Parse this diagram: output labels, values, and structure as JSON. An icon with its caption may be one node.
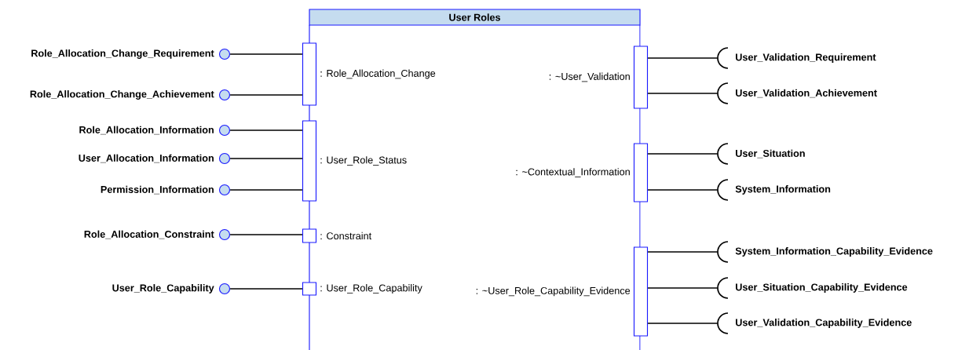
{
  "diagram": {
    "nodes": [
      {
        "text": [
          "User Roles"
        ]
      },
      {
        "text": [],
        "shape": "box",
        "beside": [
          ": Role_Allocation_Change"
        ]
      },
      {
        "text": [],
        "shape": "box",
        "beside": [
          ": User_Role_Status"
        ]
      },
      {
        "text": [],
        "shape": "box",
        "beside": [
          ": Constraint"
        ]
      },
      {
        "text": [],
        "shape": "box",
        "beside": [
          ": User_Role_Capability"
        ]
      },
      {
        "text": [],
        "shape": "box",
        "beside": [
          ": ~User_Validation"
        ]
      },
      {
        "text": [],
        "shape": "box",
        "beside": [
          ": ~Contextual_Information"
        ]
      },
      {
        "text": [],
        "shape": "box",
        "beside": [
          ": ~User_Role_Capability_Evidence"
        ]
      },
      {
        "text": [],
        "shape": "circle",
        "beside": [
          "Role_Allocation_Change_Requirement"
        ]
      },
      {
        "text": [],
        "shape": "circle",
        "beside": [
          "Role_Allocation_Change_Achievement"
        ]
      },
      {
        "text": [],
        "shape": "circle",
        "beside": [
          "Role_Allocation_Information"
        ]
      },
      {
        "text": [],
        "shape": "circle",
        "beside": [
          "User_Allocation_Information"
        ]
      },
      {
        "text": [],
        "shape": "circle",
        "beside": [
          "Permission_Information"
        ]
      },
      {
        "text": [],
        "shape": "circle",
        "beside": [
          "Role_Allocation_Constraint"
        ]
      },
      {
        "text": [],
        "shape": "circle",
        "beside": [
          "User_Role_Capability"
        ]
      },
      {
        "text": [],
        "shape": "arc",
        "beside": [
          "User_Validation_Requirement"
        ]
      },
      {
        "text": [],
        "shape": "arc",
        "beside": [
          "User_Validation_Achievement"
        ]
      },
      {
        "text": [],
        "shape": "arc",
        "beside": [
          "User_Situation"
        ]
      },
      {
        "text": [],
        "shape": "arc",
        "beside": [
          "System_Information"
        ]
      },
      {
        "text": [],
        "shape": "arc",
        "beside": [
          "System_Information_Capability_Evidence"
        ]
      },
      {
        "text": [],
        "shape": "arc",
        "beside": [
          "User_Situation_Capability_Evidence"
        ]
      },
      {
        "text": [],
        "shape": "arc",
        "beside": [
          "User_Validation_Capability_Evidence"
        ]
      }
    ],
    "edges": [
      {
        "from": 1,
        "to": 8,
        "arrow": "none"
      },
      {
        "from": 1,
        "to": 9,
        "arrow": "none"
      },
      {
        "from": 2,
        "to": 10,
        "arrow": "none"
      },
      {
        "from": 2,
        "to": 11,
        "arrow": "none"
      },
      {
        "from": 2,
        "to": 12,
        "arrow": "none"
      },
      {
        "from": 3,
        "to": 13,
        "arrow": "none"
      },
      {
        "from": 4,
        "to": 14,
        "arrow": "none"
      },
      {
        "from": 5,
        "to": 15,
        "arrow": "none"
      },
      {
        "from": 5,
        "to": 16,
        "arrow": "none"
      },
      {
        "from": 6,
        "to": 17,
        "arrow": "none"
      },
      {
        "from": 6,
        "to": 18,
        "arrow": "none"
      },
      {
        "from": 7,
        "to": 19,
        "arrow": "none"
      },
      {
        "from": 7,
        "to": 20,
        "arrow": "none"
      },
      {
        "from": 7,
        "to": 21,
        "arrow": "none"
      }
    ]
  }
}
